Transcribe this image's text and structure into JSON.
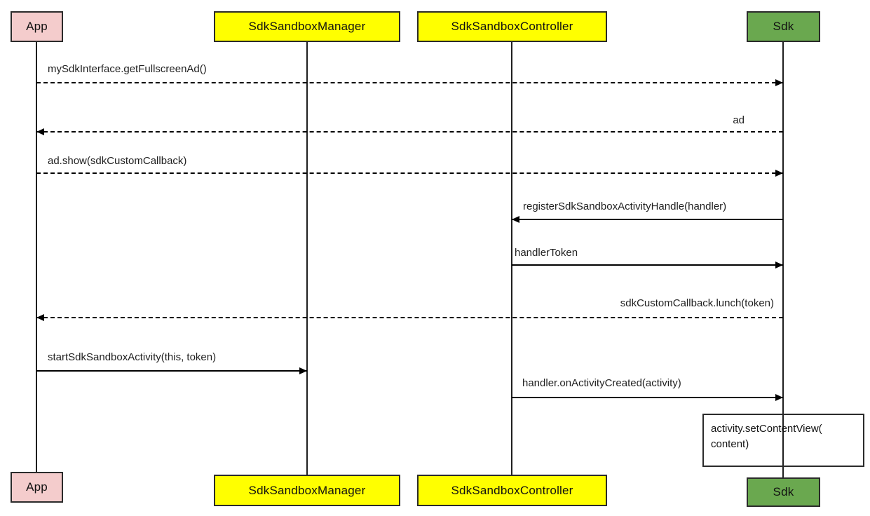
{
  "diagram": {
    "type": "sequence-diagram",
    "participants": [
      {
        "name": "App",
        "color": "#f4cccc"
      },
      {
        "name": "SdkSandboxManager",
        "color": "#ffff00"
      },
      {
        "name": "SdkSandboxController",
        "color": "#ffff00"
      },
      {
        "name": "Sdk",
        "color": "#6aa84f"
      }
    ],
    "messages": [
      {
        "label": "mySdkInterface.getFullscreenAd()",
        "from": "App",
        "to": "Sdk",
        "line": "dashed",
        "direction": "right"
      },
      {
        "label": "ad",
        "from": "Sdk",
        "to": "App",
        "line": "dashed",
        "direction": "left"
      },
      {
        "label": "ad.show(sdkCustomCallback)",
        "from": "App",
        "to": "Sdk",
        "line": "dashed",
        "direction": "right"
      },
      {
        "label": "registerSdkSandboxActivityHandle(handler)",
        "from": "Sdk",
        "to": "SdkSandboxController",
        "line": "solid",
        "direction": "left"
      },
      {
        "label": "handlerToken",
        "from": "SdkSandboxController",
        "to": "Sdk",
        "line": "solid",
        "direction": "right"
      },
      {
        "label": "sdkCustomCallback.lunch(token)",
        "from": "Sdk",
        "to": "App",
        "line": "dashed",
        "direction": "left"
      },
      {
        "label": "startSdkSandboxActivity(this, token)",
        "from": "App",
        "to": "SdkSandboxManager",
        "line": "solid",
        "direction": "right"
      },
      {
        "label": "handler.onActivityCreated(activity)",
        "from": "SdkSandboxController",
        "to": "Sdk",
        "line": "solid",
        "direction": "right"
      }
    ],
    "note": {
      "line1": "activity.setContentView(",
      "line2": "content)",
      "attached_to": "Sdk"
    }
  }
}
